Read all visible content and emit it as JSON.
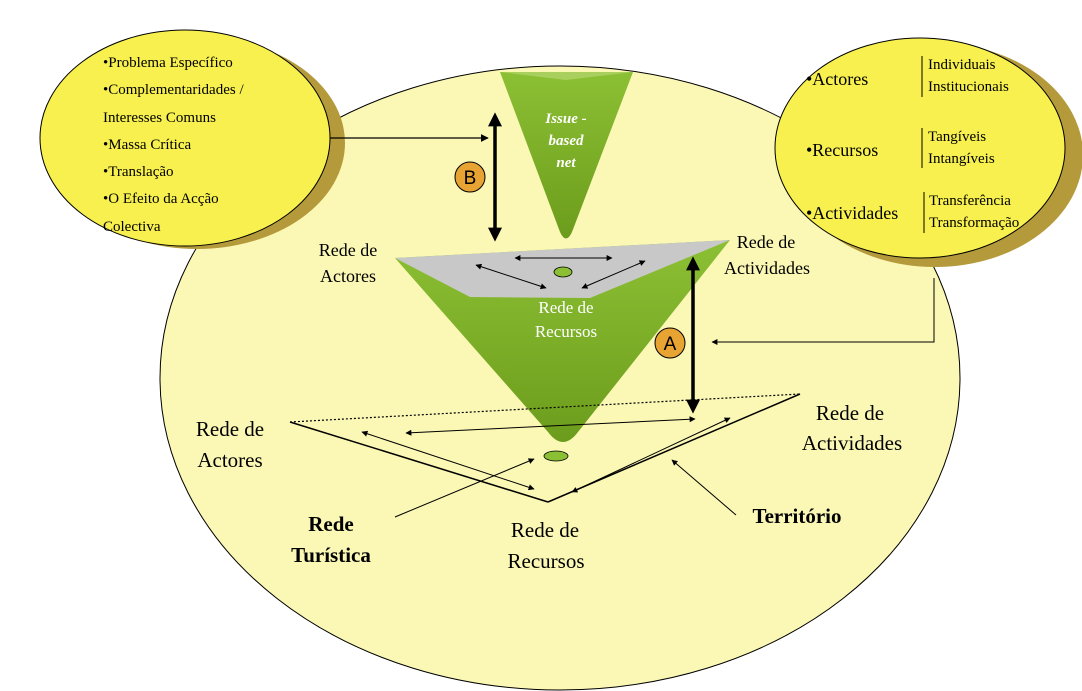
{
  "colors": {
    "big_ellipse": "#fbf7b5",
    "side_ellipse": "#f7f04e",
    "side_ellipse_shadow": "#b49a3a",
    "green": "#7fb22a",
    "green_dark": "#5d8a14",
    "grey_top": "#c8c8c8",
    "marker_fill": "#e8a433"
  },
  "left_bubble": {
    "items": [
      "•Problema Específico",
      "•Complementaridades /",
      "Interesses Comuns",
      "•Massa Crítica",
      "•Translação",
      "•O Efeito da Acção",
      "Colectiva"
    ]
  },
  "right_bubble": {
    "actores": {
      "label": "•Actores",
      "sub1": "Individuais",
      "sub2": "Institucionais"
    },
    "recursos": {
      "label": "•Recursos",
      "sub1": "Tangíveis",
      "sub2": "Intangíveis"
    },
    "actividades": {
      "label": "•Actividades",
      "sub1": "Transferência",
      "sub2": "Transformação"
    }
  },
  "issue_net": {
    "line1": "Issue -",
    "line2": "based",
    "line3": "net"
  },
  "markers": {
    "a": "A",
    "b": "B"
  },
  "middle_net": {
    "actores_l1": "Rede de",
    "actores_l2": "Actores",
    "actividades_l1": "Rede de",
    "actividades_l2": "Actividades",
    "recursos_l1": "Rede de",
    "recursos_l2": "Recursos"
  },
  "bottom_net": {
    "actores_l1": "Rede de",
    "actores_l2": "Actores",
    "actividades_l1": "Rede de",
    "actividades_l2": "Actividades",
    "recursos_l1": "Rede de",
    "recursos_l2": "Recursos",
    "turistica_l1": "Rede",
    "turistica_l2": "Turística",
    "territorio": "Território"
  }
}
